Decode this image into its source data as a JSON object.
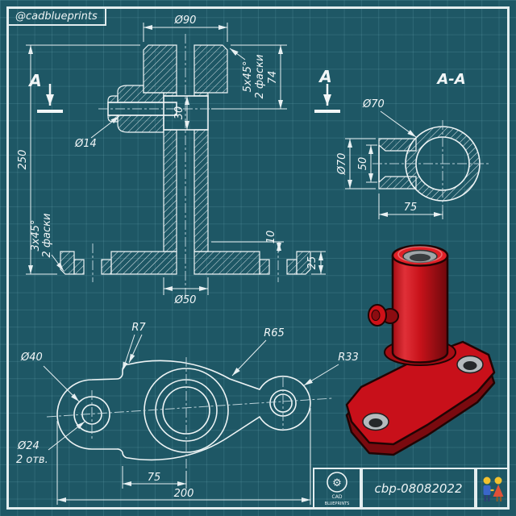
{
  "watermark": "@cadblueprints",
  "colors": {
    "background": "#1e5765",
    "line": "#eef4f5",
    "part_red": "#c8101a"
  },
  "front_view": {
    "section_label_left": "A",
    "section_label_right": "A",
    "dim_d90": "Ø90",
    "dim_74": "74",
    "chamfer_top_1": "5x45°",
    "chamfer_top_2": "2 фаски",
    "dim_30": "30",
    "dim_d14": "Ø14",
    "dim_250": "250",
    "chamfer_bottom_1": "3x45°",
    "chamfer_bottom_2": "2 фаски",
    "dim_10": "10",
    "dim_25": "25",
    "dim_d50": "Ø50"
  },
  "section_view": {
    "title": "A-A",
    "dim_d70_upper": "Ø70",
    "dim_d70_side": "Ø70",
    "dim_50": "50",
    "dim_75": "75"
  },
  "top_view": {
    "dim_d40": "Ø40",
    "dim_r7": "R7",
    "dim_r65": "R65",
    "dim_r33": "R33",
    "dim_d24": "Ø24",
    "dim_d24_note": "2 отв.",
    "dim_75": "75",
    "dim_200": "200"
  },
  "footer": {
    "logo_line1": "CAD",
    "logo_line2": "BLUEPRINTS",
    "code": "cbp-08082022"
  },
  "icons": {
    "gear": "⚙",
    "couple_emoji": "couple-holding-hands"
  }
}
